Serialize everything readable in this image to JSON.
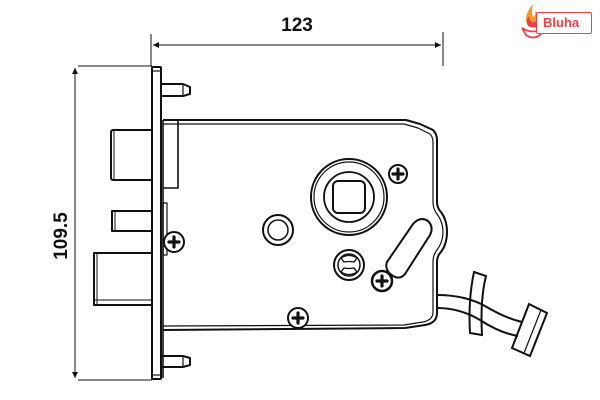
{
  "brand": {
    "name": "Bluha",
    "color": "#e8414a",
    "flame_color": "#f39a2b",
    "icon": "flame-icon"
  },
  "dimensions": {
    "width_label": "123",
    "height_label": "109.5"
  },
  "drawing": {
    "subject": "mortise lock body",
    "stroke_color": "#111111",
    "components": [
      "faceplate",
      "latch-bolt",
      "deadbolt",
      "auxiliary-latch",
      "lock-case",
      "follower-hub",
      "cylinder-hole",
      "keyhole-slot",
      "cam",
      "screws",
      "wire-harness",
      "connector"
    ]
  }
}
